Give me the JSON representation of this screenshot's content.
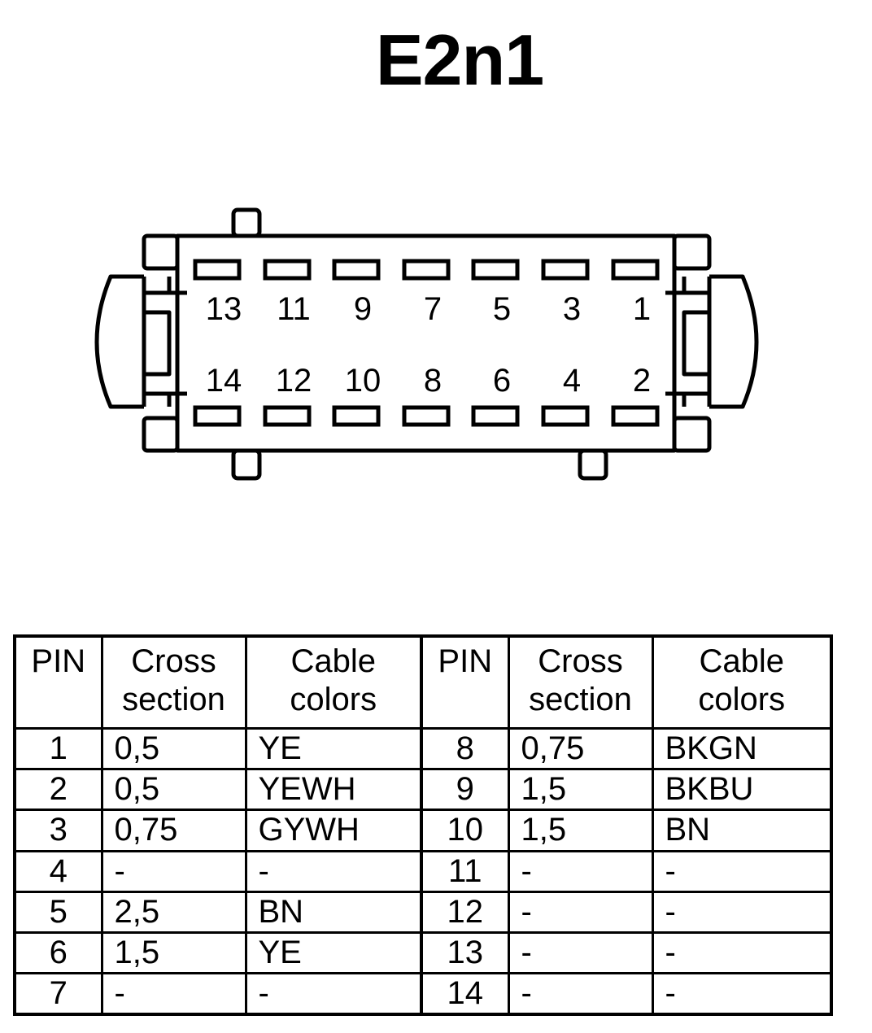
{
  "title": "E2n1",
  "connector": {
    "top_row_pins": [
      "13",
      "11",
      "9",
      "7",
      "5",
      "3",
      "1"
    ],
    "bottom_row_pins": [
      "14",
      "12",
      "10",
      "8",
      "6",
      "4",
      "2"
    ]
  },
  "table": {
    "headers": {
      "pin": "PIN",
      "cross_section_line1": "Cross",
      "cross_section_line2": "section",
      "cable_colors_line1": "Cable",
      "cable_colors_line2": "colors"
    },
    "left_rows": [
      {
        "pin": "1",
        "cross": "0,5",
        "color": "YE"
      },
      {
        "pin": "2",
        "cross": "0,5",
        "color": "YEWH"
      },
      {
        "pin": "3",
        "cross": "0,75",
        "color": "GYWH"
      },
      {
        "pin": "4",
        "cross": "-",
        "color": "-"
      },
      {
        "pin": "5",
        "cross": "2,5",
        "color": "BN"
      },
      {
        "pin": "6",
        "cross": "1,5",
        "color": "YE"
      },
      {
        "pin": "7",
        "cross": "-",
        "color": "-"
      }
    ],
    "right_rows": [
      {
        "pin": "8",
        "cross": "0,75",
        "color": "BKGN"
      },
      {
        "pin": "9",
        "cross": "1,5",
        "color": "BKBU"
      },
      {
        "pin": "10",
        "cross": "1,5",
        "color": "BN"
      },
      {
        "pin": "11",
        "cross": "-",
        "color": "-"
      },
      {
        "pin": "12",
        "cross": "-",
        "color": "-"
      },
      {
        "pin": "13",
        "cross": "-",
        "color": "-"
      },
      {
        "pin": "14",
        "cross": "-",
        "color": "-"
      }
    ]
  }
}
